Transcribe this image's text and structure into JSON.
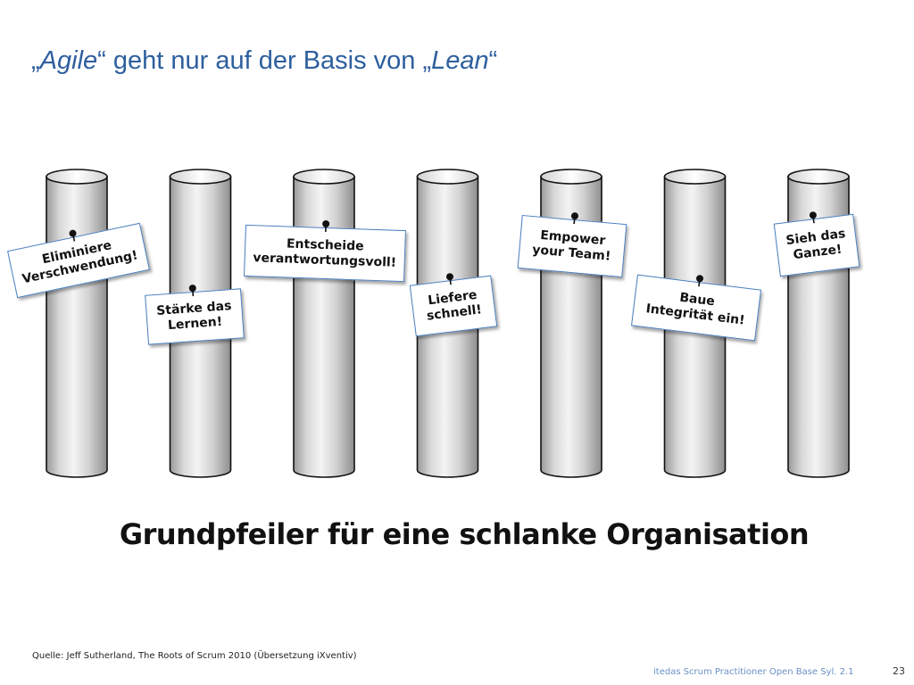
{
  "title": {
    "quote_open": "„",
    "agile": "Agile",
    "middle": "“ geht nur auf der Basis von „",
    "lean": "Lean",
    "quote_close": "“"
  },
  "pillar_count": 7,
  "signs": [
    {
      "id": "eliminiere",
      "line1": "Eliminiere",
      "line2": "Verschwendung!"
    },
    {
      "id": "lernen",
      "line1": "Stärke das",
      "line2": "Lernen!"
    },
    {
      "id": "entscheide",
      "line1": "Entscheide",
      "line2": "verantwortungsvoll!"
    },
    {
      "id": "liefere",
      "line1": "Liefere",
      "line2": "schnell!"
    },
    {
      "id": "empower",
      "line1": "Empower",
      "line2": "your Team!"
    },
    {
      "id": "baue",
      "line1": "Baue",
      "line2": "Integrität ein!"
    },
    {
      "id": "sieh",
      "line1": "Sieh das",
      "line2": "Ganze!"
    }
  ],
  "caption": "Grundpfeiler für eine schlanke Organisation",
  "source": "Quelle:  Jeff Sutherland, The Roots of Scrum 2010 (Übersetzung iXventiv)",
  "footer": "itedas Scrum Practitioner Open Base Syl. 2.1",
  "page_number": "23",
  "colors": {
    "title": "#2e5f9e",
    "sign_border": "#4a7fc0",
    "footer": "#6a8fc5"
  }
}
